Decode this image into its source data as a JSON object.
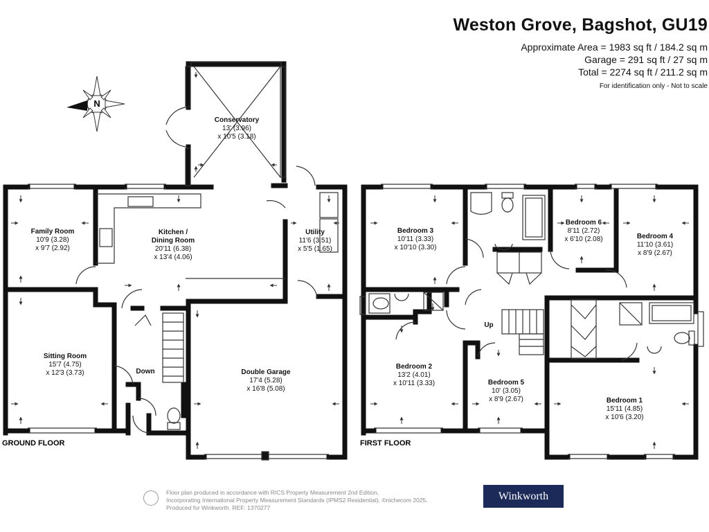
{
  "header": {
    "title": "Weston Grove, Bagshot, GU19",
    "area_lines": [
      "Approximate Area = 1983 sq ft / 184.2 sq m",
      "Garage = 291 sq ft / 27 sq m",
      "Total = 2274 sq ft / 211.2 sq m"
    ],
    "note": "For identification only - Not to scale"
  },
  "compass": {
    "label": "N"
  },
  "rooms": [
    {
      "name": "Conservatory",
      "dims": [
        "13' (3.96)",
        "x 10'5 (3.18)"
      ]
    },
    {
      "name": "Family Room",
      "dims": [
        "10'9 (3.28)",
        "x 9'7 (2.92)"
      ]
    },
    {
      "name": "Kitchen /",
      "dims": [
        "Dining Room",
        "20'11 (6.38)",
        "x 13'4 (4.06)"
      ]
    },
    {
      "name": "Utility",
      "dims": [
        "11'6 (3.51)",
        "x 5'5 (1.65)"
      ]
    },
    {
      "name": "Sitting Room",
      "dims": [
        "15'7 (4.75)",
        "x 12'3 (3.73)"
      ]
    },
    {
      "name": "Double Garage",
      "dims": [
        "17'4 (5.28)",
        "x 16'8 (5.08)"
      ]
    },
    {
      "name": "Bedroom 3",
      "dims": [
        "10'11 (3.33)",
        "x 10'10 (3.30)"
      ]
    },
    {
      "name": "Bedroom 6",
      "dims": [
        "8'11 (2.72)",
        "x 6'10 (2.08)"
      ]
    },
    {
      "name": "Bedroom 4",
      "dims": [
        "11'10 (3.61)",
        "x 8'9 (2.67)"
      ]
    },
    {
      "name": "Bedroom 2",
      "dims": [
        "13'2 (4.01)",
        "x 10'11 (3.33)"
      ]
    },
    {
      "name": "Bedroom 5",
      "dims": [
        "10' (3.05)",
        "x 8'9 (2.67)"
      ]
    },
    {
      "name": "Bedroom 1",
      "dims": [
        "15'11 (4.85)",
        "x 10'6 (3.20)"
      ]
    }
  ],
  "stair_labels": {
    "down": "Down",
    "up": "Up"
  },
  "floors": {
    "ground": "GROUND FLOOR",
    "first": "FIRST FLOOR"
  },
  "footer": {
    "lines": [
      "Floor plan produced in accordance with RICS Property Measurement 2nd Edition,",
      "Incorporating International Property Measurement Standards (IPMS2 Residential).  ©nichecom 2025.",
      "Produced for Winkworth.    REF: 1370277"
    ],
    "brand": "Winkworth",
    "brand_color": "#1c2a5a"
  }
}
